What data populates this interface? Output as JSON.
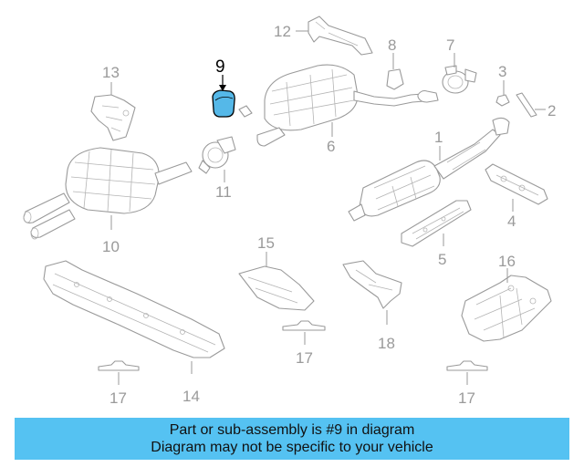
{
  "diagram": {
    "highlight_color": "#55b8e8",
    "callouts": {
      "c1": "1",
      "c2": "2",
      "c3": "3",
      "c5": "5",
      "c6": "6",
      "c7": "7",
      "c8": "8",
      "c9": "9",
      "c10": "10",
      "c11": "11",
      "c12": "12",
      "c13": "13",
      "c14": "14",
      "c15": "15",
      "c16": "16",
      "c17a": "17",
      "c17b": "17",
      "c17c": "17",
      "c18": "18",
      "c4": "4"
    }
  },
  "caption": {
    "line1": "Part or sub-assembly is #9 in diagram",
    "line2": "Diagram may not be specific to your vehicle",
    "background": "#55c2f2"
  }
}
